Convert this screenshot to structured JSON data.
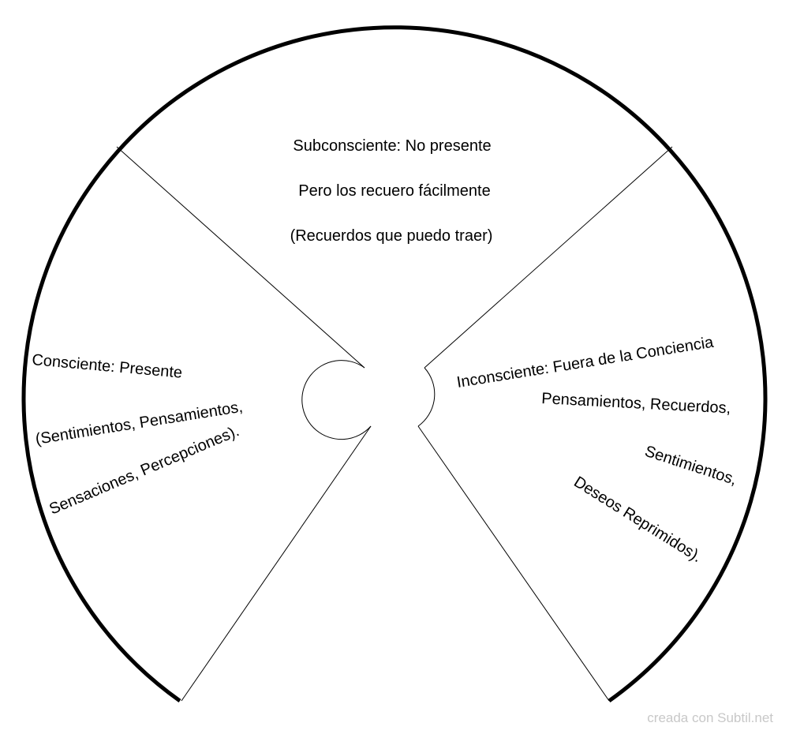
{
  "diagram": {
    "type": "sector-diagram",
    "colors": {
      "outline": "#000000",
      "background": "#ffffff",
      "watermark": "#c8c8c8"
    },
    "sections": {
      "subconsciente": {
        "lines": [
          "Subconsciente: No presente",
          "Pero los recuero fácilmente",
          "(Recuerdos que puedo traer)"
        ]
      },
      "consciente": {
        "lines": [
          "Consciente: Presente",
          "(Sentimientos, Pensamientos,",
          "Sensaciones, Percepciones)."
        ]
      },
      "inconsciente": {
        "lines": [
          "Inconsciente: Fuera de la Conciencia",
          "Pensamientos, Recuerdos,",
          "Sentimientos,",
          "Deseos Reprimidos)."
        ]
      }
    }
  },
  "watermark": "creada con Subtil.net"
}
